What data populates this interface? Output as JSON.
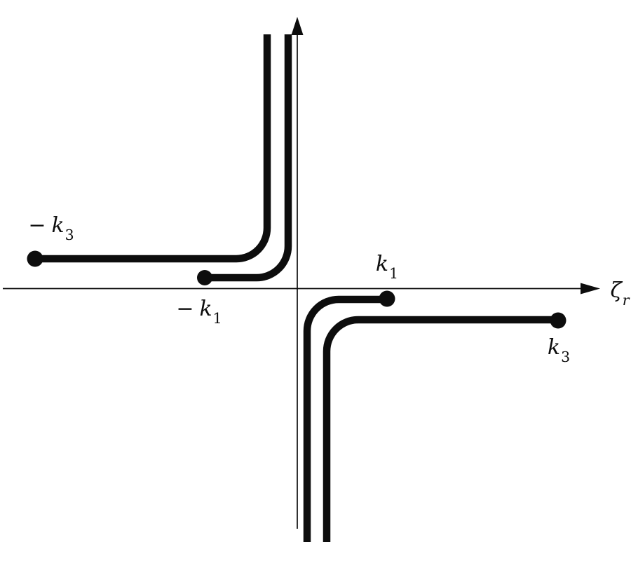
{
  "colors": {
    "bg": "#ffffff",
    "ink": "#0d0d0d"
  },
  "axis": {
    "x_label": {
      "letter": "ζ",
      "sub": "r"
    }
  },
  "branch_points": {
    "minus_k3": {
      "sign": "−",
      "letter": "k",
      "sub": "3"
    },
    "minus_k1": {
      "sign": "−",
      "letter": "k",
      "sub": "1"
    },
    "k1": {
      "sign": "",
      "letter": "k",
      "sub": "1"
    },
    "k3": {
      "sign": "",
      "letter": "k",
      "sub": "3"
    }
  },
  "cuts": [
    {
      "start": "−k3",
      "along_real_axis": "left of origin, upper side",
      "runs_to": "upward along imaginary axis"
    },
    {
      "start": "−k1",
      "along_real_axis": "left of origin, upper side",
      "runs_to": "upward along imaginary axis"
    },
    {
      "start": "k1",
      "along_real_axis": "right of origin, lower side",
      "runs_to": "downward along imaginary axis"
    },
    {
      "start": "k3",
      "along_real_axis": "right of origin, lower side",
      "runs_to": "downward along imaginary axis"
    }
  ]
}
